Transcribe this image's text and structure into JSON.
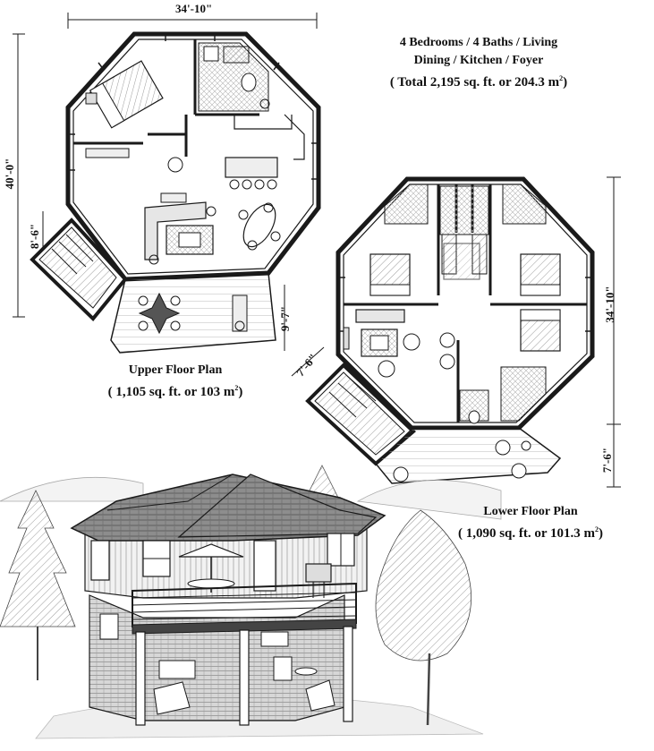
{
  "summary": {
    "line1": "4 Bedrooms / 4 Baths / Living",
    "line2": "Dining / Kitchen / Foyer",
    "line3_prefix": "( Total 2,195 sq. ft. or 204.3 m",
    "line3_sup": "2",
    "line3_suffix": ")"
  },
  "upper_plan": {
    "title": "Upper Floor Plan",
    "area_prefix": "( 1,105 sq. ft. or 103 m",
    "area_sup": "2",
    "area_suffix": ")",
    "dim_width": "34'-10\"",
    "dim_height": "40'-0\"",
    "dim_stair": "8'-6\"",
    "dim_deck": "9'-7\""
  },
  "lower_plan": {
    "title": "Lower Floor Plan",
    "area_prefix": "( 1,090 sq. ft. or 101.3 m",
    "area_sup": "2",
    "area_suffix": ")",
    "dim_height": "34'-10\"",
    "dim_stair": "7'-6\"",
    "dim_patio": "7'-6\""
  },
  "colors": {
    "line": "#1a1a1a",
    "hatch": "#9a9a9a",
    "fill_light": "#e6e6e6",
    "fill_mid": "#bdbdbd"
  }
}
